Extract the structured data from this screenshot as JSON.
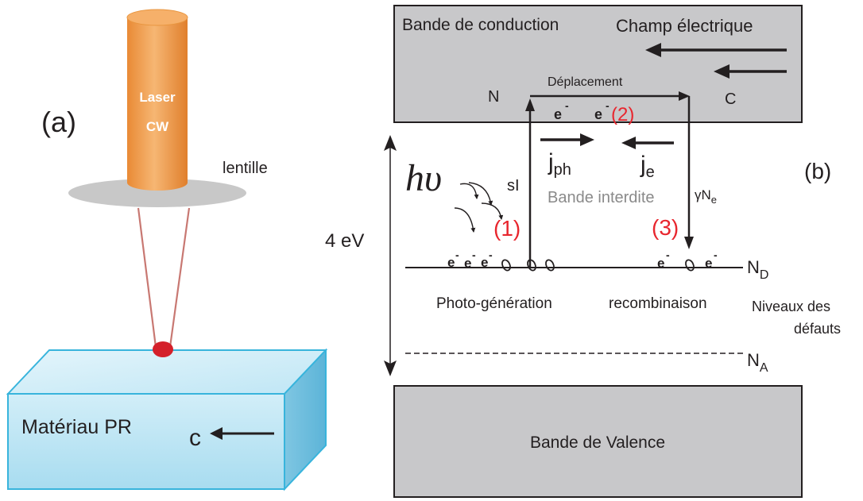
{
  "panel_a": {
    "label": "(a)",
    "laser": {
      "line1": "Laser",
      "line2": "CW"
    },
    "lens": "lentille",
    "material": "Matériau PR",
    "c_axis": "c"
  },
  "panel_b": {
    "label": "(b)",
    "conduction_band": "Bande de conduction",
    "electric_field": "Champ électrique",
    "N": "N",
    "C": "C",
    "displacement": "Déplacement",
    "electron": "e",
    "electron_charge": "-",
    "step1": "(1)",
    "step2": "(2)",
    "step3": "(3)",
    "j_ph": {
      "base": "j",
      "sub": "ph"
    },
    "j_e": {
      "base": "j",
      "sub": "e"
    },
    "h_nu": "hυ",
    "sI": "sI",
    "band_gap": "Bande interdite",
    "gamma_Ne": {
      "base": "γN",
      "sub": "e"
    },
    "gap_energy": "4 eV",
    "ND": {
      "base": "N",
      "sub": "D"
    },
    "NA": {
      "base": "N",
      "sub": "A"
    },
    "photogeneration": "Photo-génération",
    "recombination": "recombinaison",
    "defects_line1": "Niveaux  des",
    "defects_line2": "défauts",
    "valence_band": "Bande de  Valence"
  },
  "colors": {
    "laser_orange": "#f0a050",
    "lens_gray": "#c8c8c8",
    "crystal_blue": "#b8e4f4",
    "crystal_edge": "#38b4dc",
    "band_gray": "#c8c8ca",
    "accent_red": "#e8262e",
    "spot_red": "#d4202a"
  }
}
